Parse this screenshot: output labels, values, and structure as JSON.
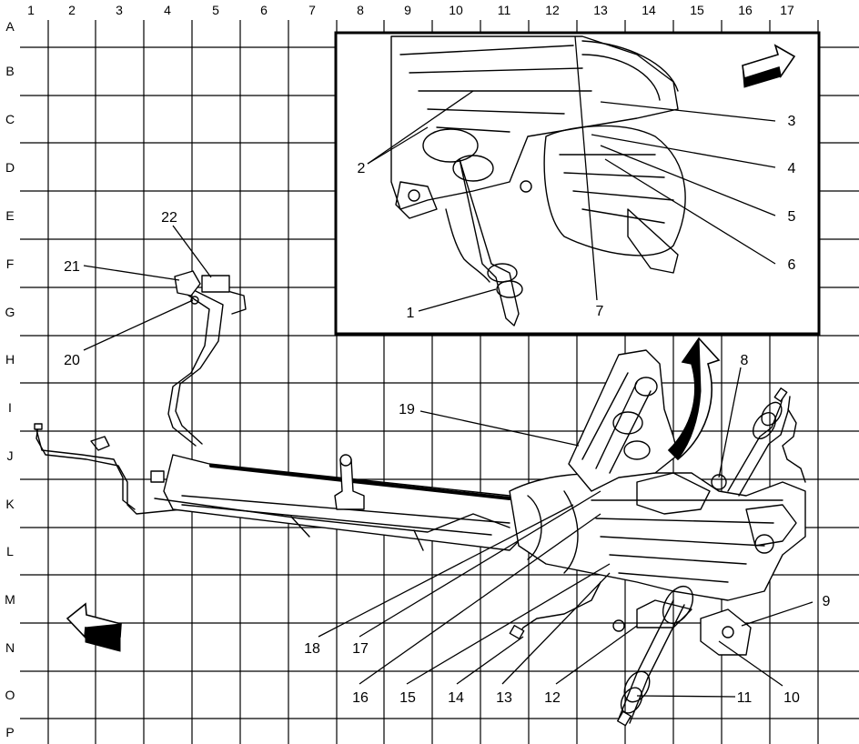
{
  "grid": {
    "columns": [
      "1",
      "2",
      "3",
      "4",
      "5",
      "6",
      "7",
      "8",
      "9",
      "10",
      "11",
      "12",
      "13",
      "14",
      "15",
      "16",
      "17"
    ],
    "rows": [
      "A",
      "B",
      "C",
      "D",
      "E",
      "F",
      "G",
      "H",
      "I",
      "J",
      "K",
      "L",
      "M",
      "N",
      "O",
      "P"
    ]
  },
  "callouts": [
    "1",
    "2",
    "3",
    "4",
    "5",
    "6",
    "7",
    "8",
    "9",
    "10",
    "11",
    "12",
    "13",
    "14",
    "15",
    "16",
    "17",
    "18",
    "19",
    "20",
    "21",
    "22"
  ],
  "colors": {
    "line": "#000000",
    "background": "#ffffff",
    "arrow_fill": "#ffffff"
  },
  "icons": [
    "front-direction-arrow-icon",
    "front-direction-arrow-icon-inset"
  ]
}
